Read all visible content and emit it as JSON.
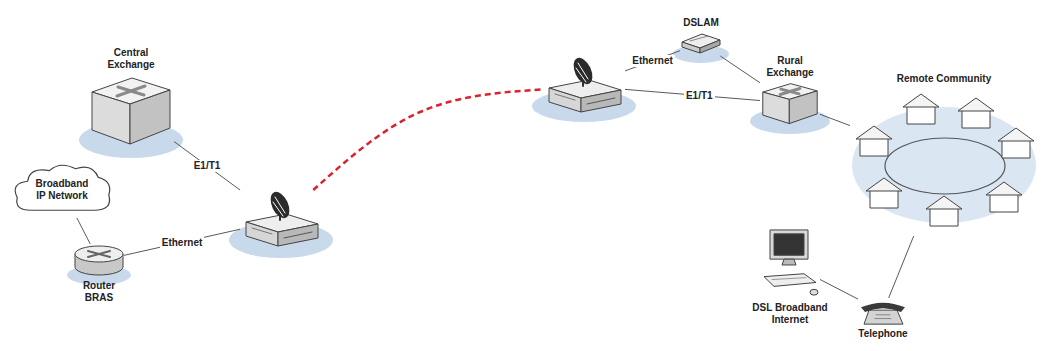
{
  "diagram": {
    "nodes": [
      {
        "text": [
          "Central Exchange"
        ]
      },
      {
        "text": [
          "Broadband IP Network"
        ]
      },
      {
        "text": [
          "Router BRAS"
        ]
      },
      {
        "text": []
      },
      {
        "text": []
      },
      {
        "text": [
          "DSLAM"
        ]
      },
      {
        "text": [
          "Rural Exchange"
        ]
      },
      {
        "text": [
          "Remote Community"
        ]
      },
      {
        "text": [
          "DSL Broadband Internet"
        ]
      },
      {
        "text": [
          "Telephone"
        ]
      }
    ],
    "edges": [
      {
        "from": 0,
        "to": 3,
        "arrow": "none",
        "label": "E1/T1"
      },
      {
        "from": 1,
        "to": 2,
        "arrow": "none"
      },
      {
        "from": 2,
        "to": 3,
        "arrow": "none",
        "label": "Ethernet"
      },
      {
        "from": 3,
        "to": 4,
        "arrow": "none"
      },
      {
        "from": 4,
        "to": 5,
        "arrow": "none",
        "label": "Ethernet"
      },
      {
        "from": 4,
        "to": 6,
        "arrow": "none",
        "label": "E1/T1"
      },
      {
        "from": 5,
        "to": 6,
        "arrow": "none"
      },
      {
        "from": 6,
        "to": 7,
        "arrow": "none"
      },
      {
        "from": 7,
        "to": 9,
        "arrow": "none"
      },
      {
        "from": 8,
        "to": 9,
        "arrow": "none"
      }
    ]
  }
}
